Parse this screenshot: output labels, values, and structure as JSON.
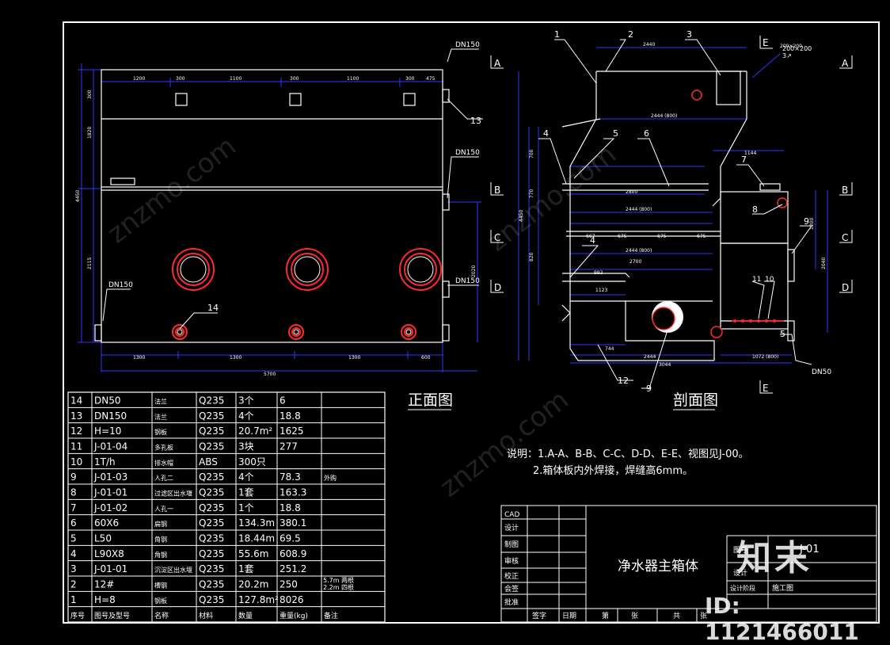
{
  "views": {
    "front_title": "正面图",
    "section_title": "剖面图",
    "front_labels": [
      "DN150",
      "DN150",
      "DN150",
      "DN150",
      "13",
      "14"
    ],
    "section_labels": [
      "1",
      "2",
      "3",
      "4",
      "5",
      "6",
      "7",
      "8",
      "9",
      "4",
      "11",
      "10",
      "5",
      "12",
      "9",
      "DN50"
    ],
    "section_markers_left": [
      "A",
      "B",
      "C",
      "D"
    ],
    "section_markers_right": [
      "A",
      "B",
      "C",
      "D"
    ],
    "section_markers_e": [
      "E",
      "E"
    ],
    "vent_label": "200×200",
    "vent_sub": "3↗"
  },
  "notes": {
    "line1": "说明：1.A-A、B-B、C-C、D-D、E-E、视图见J-00。",
    "line2": "2.箱体板内外焊接，焊缝高6mm。"
  },
  "bom": {
    "rows": [
      {
        "no": "14",
        "code": "DN50",
        "name": "法兰",
        "mat": "Q235",
        "qty": "3个",
        "wt": "6",
        "note": ""
      },
      {
        "no": "13",
        "code": "DN150",
        "name": "法兰",
        "mat": "Q235",
        "qty": "4个",
        "wt": "18.8",
        "note": ""
      },
      {
        "no": "12",
        "code": "H=10",
        "name": "钢板",
        "mat": "Q235",
        "qty": "20.7m²",
        "wt": "1625",
        "note": ""
      },
      {
        "no": "11",
        "code": "J-01-04",
        "name": "多孔板",
        "mat": "Q235",
        "qty": "3块",
        "wt": "277",
        "note": ""
      },
      {
        "no": "10",
        "code": "1T/h",
        "name": "排水帽",
        "mat": "ABS",
        "qty": "300只",
        "wt": "",
        "note": ""
      },
      {
        "no": "9",
        "code": "J-01-03",
        "name": "人孔二",
        "mat": "Q235",
        "qty": "4个",
        "wt": "78.3",
        "note": "外购"
      },
      {
        "no": "8",
        "code": "J-01-01",
        "name": "过滤区出水堰",
        "mat": "Q235",
        "qty": "1套",
        "wt": "163.3",
        "note": ""
      },
      {
        "no": "7",
        "code": "J-01-02",
        "name": "人孔一",
        "mat": "Q235",
        "qty": "1个",
        "wt": "18.8",
        "note": ""
      },
      {
        "no": "6",
        "code": "60X6",
        "name": "扁钢",
        "mat": "Q235",
        "qty": "134.3m",
        "wt": "380.1",
        "note": ""
      },
      {
        "no": "5",
        "code": "L50",
        "name": "角钢",
        "mat": "Q235",
        "qty": "18.44m",
        "wt": "69.5",
        "note": ""
      },
      {
        "no": "4",
        "code": "L90X8",
        "name": "角钢",
        "mat": "Q235",
        "qty": "55.6m",
        "wt": "608.9",
        "note": ""
      },
      {
        "no": "3",
        "code": "J-01-01",
        "name": "沉淀区出水堰",
        "mat": "Q235",
        "qty": "1套",
        "wt": "251.2",
        "note": ""
      },
      {
        "no": "2",
        "code": "12#",
        "name": "槽钢",
        "mat": "Q235",
        "qty": "20.2m",
        "wt": "250",
        "note": "5.7m 两根 / 2.2m 四根"
      },
      {
        "no": "1",
        "code": "H=8",
        "name": "钢板",
        "mat": "Q235",
        "qty": "127.8m²",
        "wt": "8026",
        "note": ""
      }
    ],
    "header": {
      "no": "序号",
      "code": "图号及型号",
      "name": "名称",
      "mat": "材料",
      "qty": "数量",
      "wt": "重量(kg)",
      "note": "备注"
    }
  },
  "title_block": {
    "left_labels": [
      "CAD",
      "设计",
      "制图",
      "审核",
      "校正",
      "会签",
      "批准"
    ],
    "title": "净水器主箱体",
    "drawing_no_label": "图号",
    "drawing_no": "J-01",
    "design_label": "设计",
    "stage_label": "设计阶段",
    "stage_value": "施工图",
    "bottom": [
      "签字",
      "日期",
      "第",
      "张",
      "共",
      "张"
    ]
  },
  "watermark": {
    "brand": "知末",
    "id": "ID: 1121466011",
    "site": "znzmo.com"
  },
  "colors": {
    "background": "#000000",
    "line": "#ffffff",
    "dimension": "#2a3cff",
    "flange": "#ff2a2a"
  }
}
